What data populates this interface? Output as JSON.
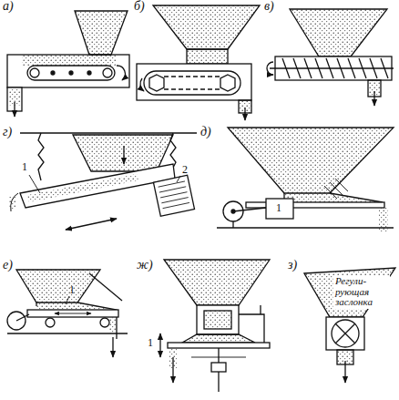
{
  "diagram": {
    "labels": [
      "а)",
      "б)",
      "в)",
      "г)",
      "1",
      "2",
      "д)",
      "1",
      "е)",
      "1",
      "ж)",
      "1",
      "з)",
      "Регули- рующая заслонка"
    ]
  }
}
